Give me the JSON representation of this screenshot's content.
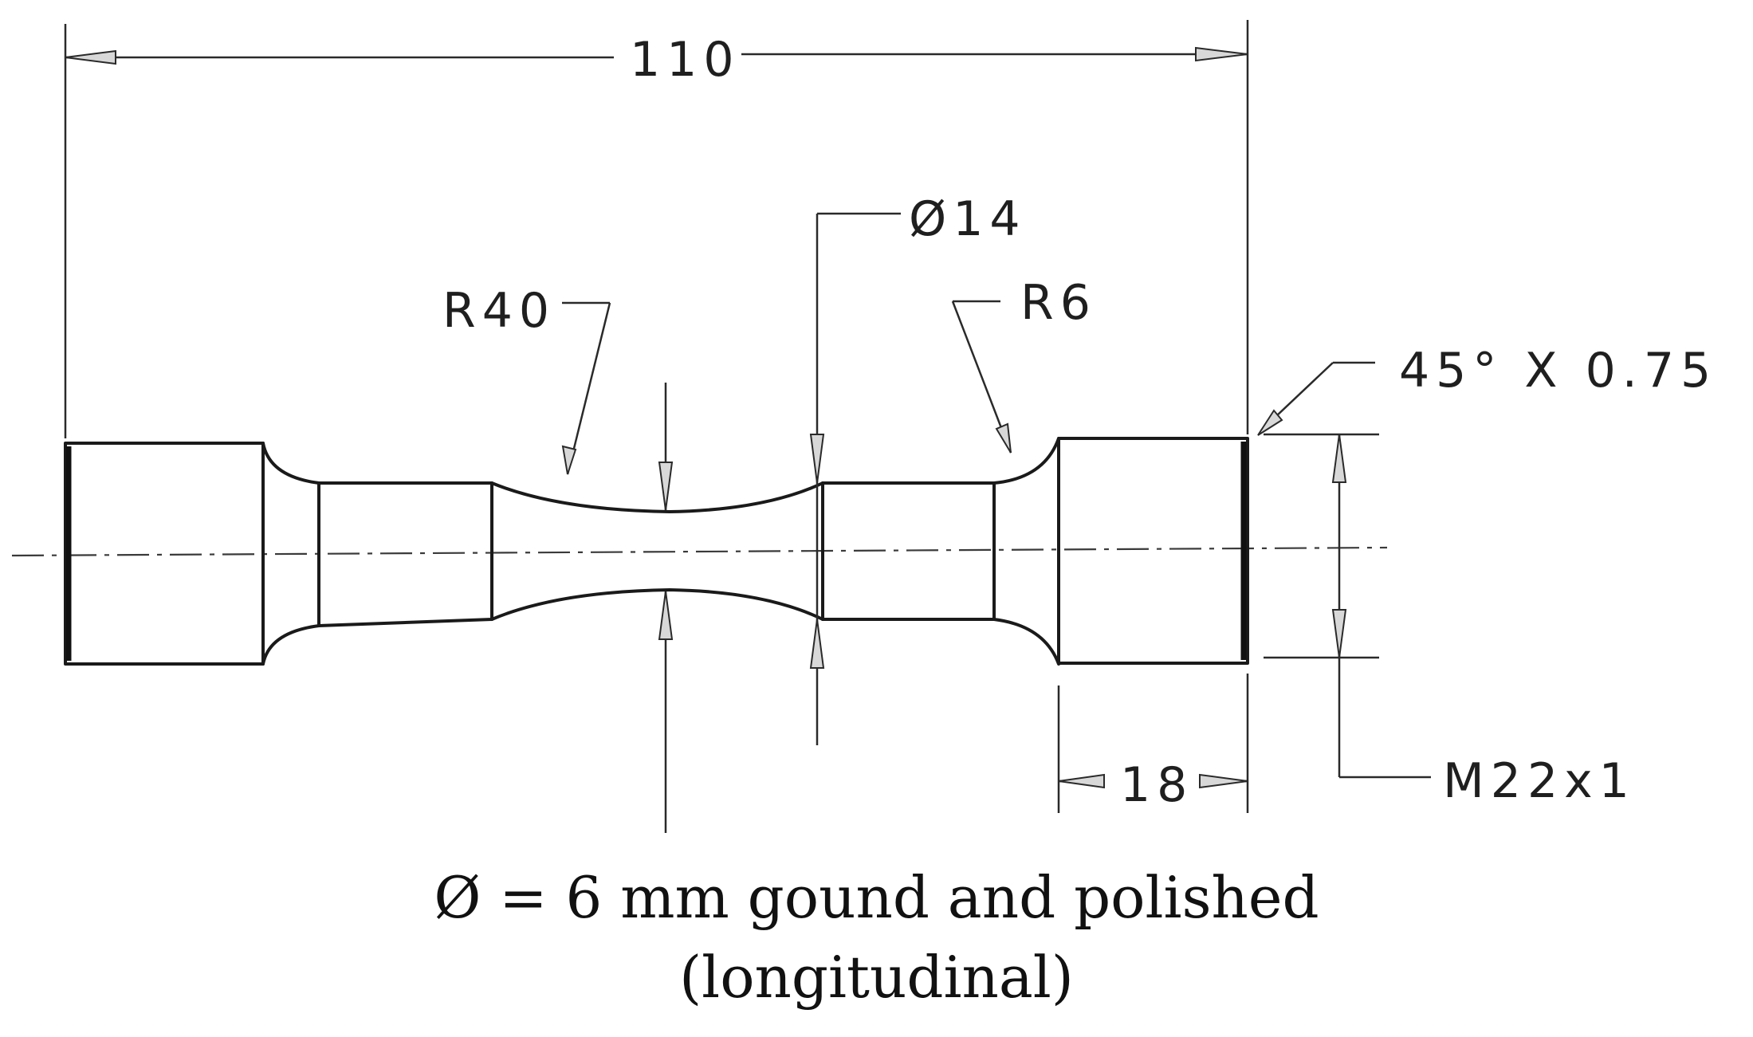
{
  "dimensions": {
    "overall_length": "110",
    "shoulder_diameter": "Ø14",
    "gauge_radius": "R40",
    "fillet_radius": "R6",
    "chamfer": "45° X 0.75",
    "thread_length": "18",
    "thread_spec": "M22x1"
  },
  "caption": {
    "line1": "Ø = 6 mm gound and polished",
    "line2": "(longitudinal)"
  }
}
